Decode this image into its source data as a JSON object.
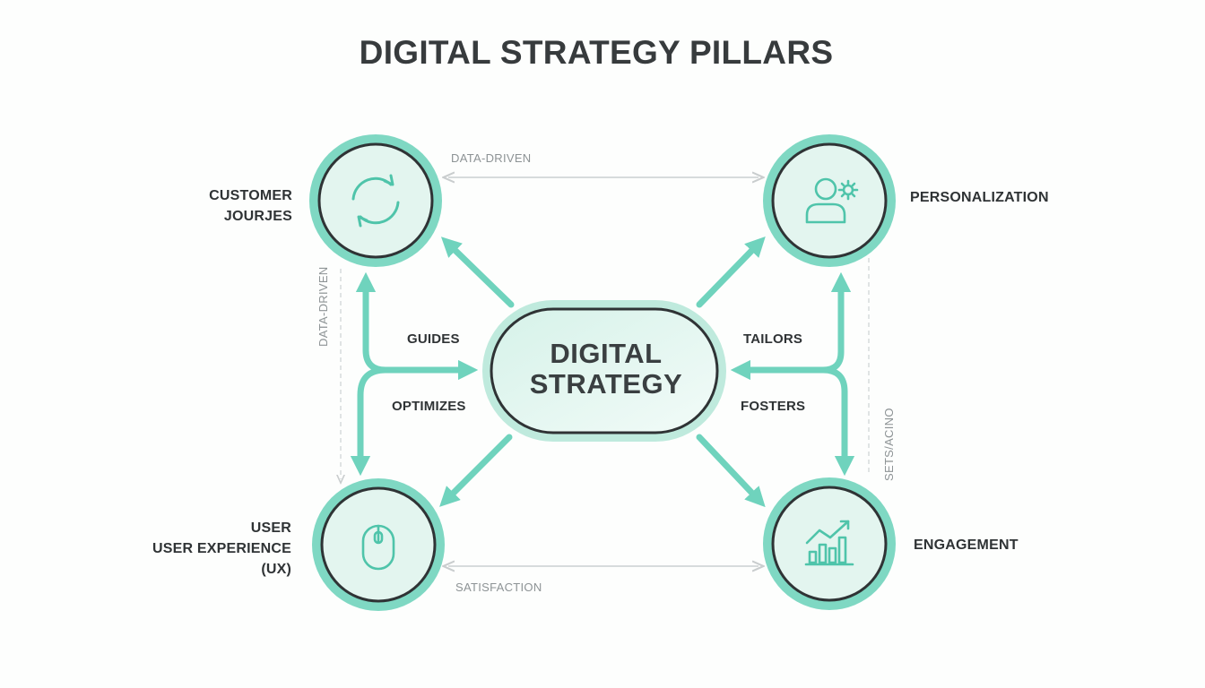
{
  "title": "DIGITAL STRATEGY PILLARS",
  "center": {
    "line1": "DIGITAL",
    "line2": "STRATEGY"
  },
  "nodes": {
    "top_left": {
      "lines": [
        "CUSTOMER",
        "JOURJES"
      ],
      "icon": "refresh-cycle-icon"
    },
    "top_right": {
      "lines": [
        "PERSONALIZATION"
      ],
      "icon": "user-gear-icon"
    },
    "bottom_left": {
      "lines": [
        "USER",
        "USER EXPERIENCE",
        "(UX)"
      ],
      "icon": "mouse-icon"
    },
    "bottom_right": {
      "lines": [
        "ENGAGEMENT"
      ],
      "icon": "growth-chart-icon"
    }
  },
  "edge_labels": {
    "guides": "GUIDES",
    "optimizes": "OPTIMIZES",
    "tailors": "TAILORS",
    "fosters": "FOSTERS"
  },
  "connector_labels": {
    "top": "DATA-DRIVEN",
    "left": "DATA-DRIVEN",
    "bottom": "SATISFACTION",
    "right": "SETS/ACINO"
  },
  "colors": {
    "accent": "#6fd3bd",
    "circle_fill": "#e3f5ef",
    "dark_ring": "#2f3335",
    "text": "#2f3335",
    "faint": "#c8cccd"
  }
}
